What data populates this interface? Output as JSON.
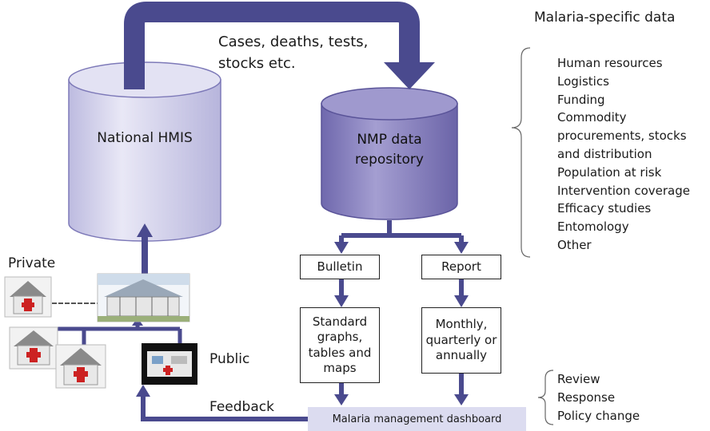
{
  "flow_label": "Cases, deaths, tests,\nstocks etc.",
  "malaria_specific_title": "Malaria-specific data",
  "national_hmis": "National HMIS",
  "nmp_repository": "NMP data\nrepository",
  "malaria_specific_items": [
    "Human resources",
    "Logistics",
    "Funding",
    "Commodity",
    "procurements, stocks",
    "and distribution",
    "Population at risk",
    "Intervention coverage",
    "Efficacy studies",
    "Entomology",
    "Other"
  ],
  "bulletin": "Bulletin",
  "report": "Report",
  "standard_outputs": "Standard\ngraphs,\ntables and\nmaps",
  "frequency": "Monthly,\nquarterly or\nannually",
  "private_label": "Private",
  "public_label": "Public",
  "feedback_label": "Feedback",
  "dashboard": "Malaria management dashboard",
  "actions": [
    "Review",
    "Response",
    "Policy change"
  ],
  "colors": {
    "arrow": "#4a4a8e",
    "hmis_cylinder": "#d4d3ea",
    "nmp_cylinder": "#8b84bf",
    "dashboard_bg": "#dcdcf0"
  }
}
